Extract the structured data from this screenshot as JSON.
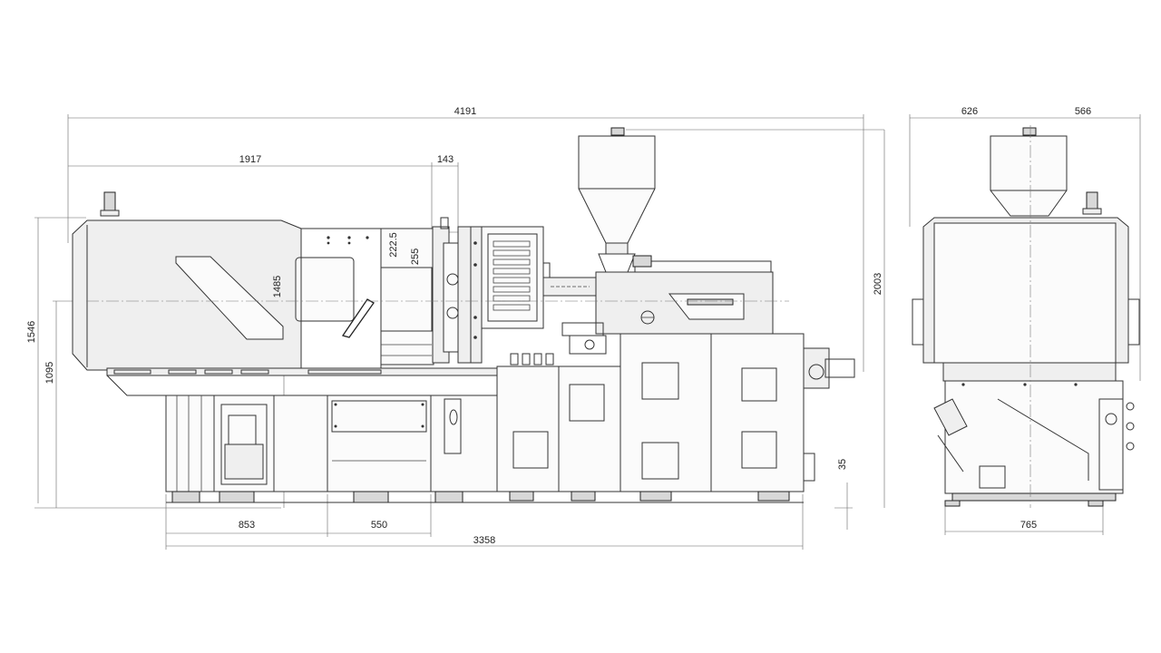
{
  "dimensions": {
    "overall_length": "4191",
    "clamp_length": "1917",
    "offset_top": "143",
    "overall_height": "2003",
    "height_guard": "1546",
    "center_height": "1095",
    "platen_height": "1485",
    "gap_upper": "222.5",
    "gap_lower": "255",
    "base_left": "853",
    "base_mid": "550",
    "base_length": "3358",
    "floor_gap": "35",
    "side_left": "626",
    "side_right": "566",
    "side_base": "765"
  }
}
